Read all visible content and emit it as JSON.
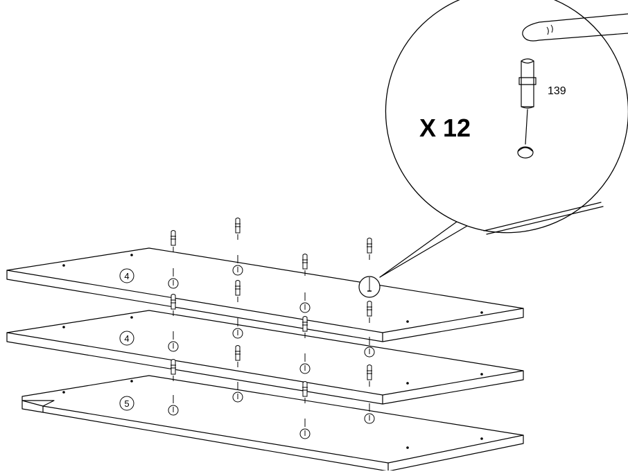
{
  "callout": {
    "quantity": "X 12",
    "part_number": "139"
  },
  "panels": [
    {
      "label": "4"
    },
    {
      "label": "4"
    },
    {
      "label": "5"
    }
  ],
  "icons": [
    "hand-finger-icon",
    "wooden-dowel-icon",
    "dowel-hole-icon"
  ]
}
